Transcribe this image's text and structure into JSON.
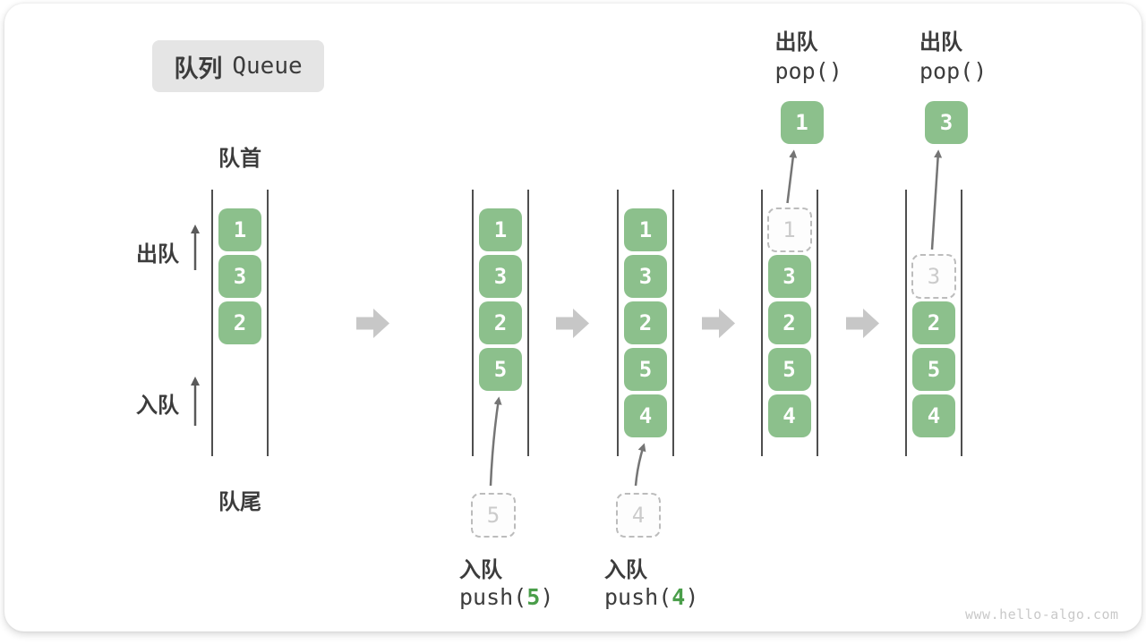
{
  "title": {
    "zh": "队列",
    "en": "Queue"
  },
  "side_labels": {
    "front": "队首",
    "rear": "队尾",
    "dequeue": "出队",
    "enqueue": "入队"
  },
  "watermark": "www.hello-algo.com",
  "colors": {
    "box_green": "#8cc08c",
    "code_green": "#4a9e4a",
    "text_dark": "#3c3c3c",
    "queue_line": "#4f4f4f",
    "curved_arrow": "#757575",
    "block_arrow": "#c7c7c7",
    "dashed_border": "#bcbcbc",
    "dashed_text": "#cbcbcb",
    "title_bg": "#e5e5e5",
    "watermark_gray": "#c9c9c9"
  },
  "states": [
    {
      "name": "initial",
      "start_slot": 0,
      "boxes": [
        {
          "value": "1"
        },
        {
          "value": "3"
        },
        {
          "value": "2"
        }
      ]
    },
    {
      "name": "after-push-5",
      "start_slot": 0,
      "boxes": [
        {
          "value": "1"
        },
        {
          "value": "3"
        },
        {
          "value": "2"
        },
        {
          "value": "5"
        }
      ],
      "pending_value": "5",
      "operation": {
        "label": "入队",
        "position": "bottom",
        "code_parts": [
          {
            "text": "push(",
            "green": false
          },
          {
            "text": "5",
            "green": true
          },
          {
            "text": ")",
            "green": false
          }
        ]
      }
    },
    {
      "name": "after-push-4",
      "start_slot": 0,
      "boxes": [
        {
          "value": "1"
        },
        {
          "value": "3"
        },
        {
          "value": "2"
        },
        {
          "value": "5"
        },
        {
          "value": "4"
        }
      ],
      "pending_value": "4",
      "operation": {
        "label": "入队",
        "position": "bottom",
        "code_parts": [
          {
            "text": "push(",
            "green": false
          },
          {
            "text": "4",
            "green": true
          },
          {
            "text": ")",
            "green": false
          }
        ]
      }
    },
    {
      "name": "pop-1",
      "start_slot": 0,
      "boxes": [
        {
          "value": "1",
          "dashed": true
        },
        {
          "value": "3"
        },
        {
          "value": "2"
        },
        {
          "value": "5"
        },
        {
          "value": "4"
        }
      ],
      "popped_value": "1",
      "operation": {
        "label": "出队",
        "position": "top",
        "code_parts": [
          {
            "text": "pop()",
            "green": false
          }
        ]
      }
    },
    {
      "name": "pop-3",
      "start_slot": 1,
      "boxes": [
        {
          "value": "3",
          "dashed": true
        },
        {
          "value": "2"
        },
        {
          "value": "5"
        },
        {
          "value": "4"
        }
      ],
      "popped_value": "3",
      "operation": {
        "label": "出队",
        "position": "top",
        "code_parts": [
          {
            "text": "pop()",
            "green": false
          }
        ]
      }
    }
  ]
}
